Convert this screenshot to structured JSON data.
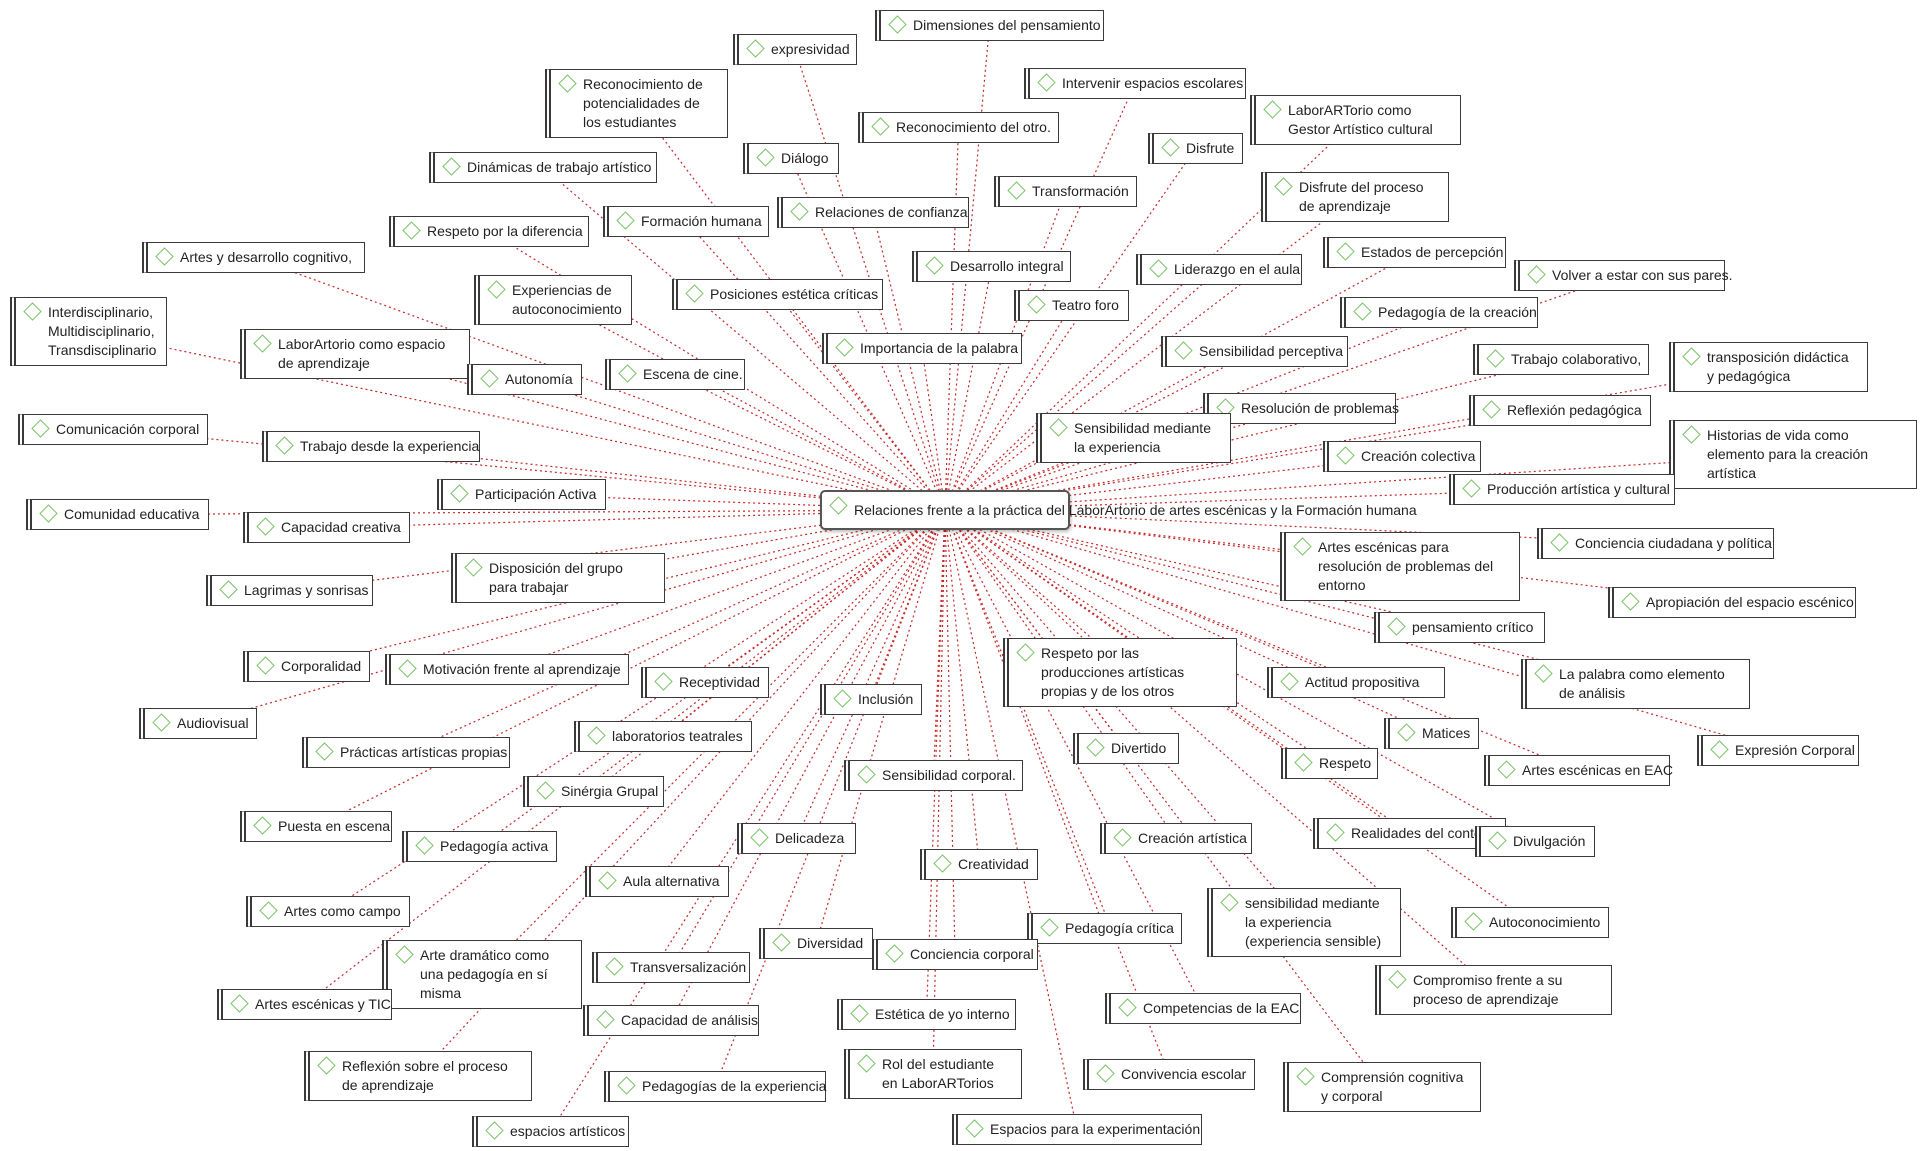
{
  "diagram": {
    "line_color": "#c62828",
    "icon_color": "#7cc46a",
    "icon": "green-diamond-icon",
    "center": {
      "label": "Relaciones frente a la práctica del LaborArtorio de artes escénicas y la Formación humana"
    },
    "nodes": [
      {
        "label": "Dimensiones del pensamiento"
      },
      {
        "label": "expresividad"
      },
      {
        "label": "Reconocimiento de potencialidades de los estudiantes"
      },
      {
        "label": "Intervenir espacios escolares"
      },
      {
        "label": "LaborARTorio como Gestor Artístico cultural"
      },
      {
        "label": "Reconocimiento del otro."
      },
      {
        "label": "Disfrute"
      },
      {
        "label": "Diálogo"
      },
      {
        "label": "Dinámicas de trabajo artístico"
      },
      {
        "label": "Transformación"
      },
      {
        "label": "Disfrute del proceso de aprendizaje"
      },
      {
        "label": "Relaciones de confianza"
      },
      {
        "label": "Formación humana"
      },
      {
        "label": "Respeto por la diferencia"
      },
      {
        "label": "Estados de percepción"
      },
      {
        "label": "Artes  y desarrollo cognitivo,"
      },
      {
        "label": "Desarrollo integral"
      },
      {
        "label": "Liderazgo en el aula"
      },
      {
        "label": "Volver a estar con sus pares."
      },
      {
        "label": "Experiencias de autoconocimiento"
      },
      {
        "label": "Posiciones estética críticas"
      },
      {
        "label": "Teatro foro"
      },
      {
        "label": "Pedagogía de la creación"
      },
      {
        "label": "Interdisciplinario, Multidisciplinario, Transdisciplinario"
      },
      {
        "label": "LaborArtorio como espacio de aprendizaje"
      },
      {
        "label": "Importancia de la palabra"
      },
      {
        "label": "Sensibilidad perceptiva"
      },
      {
        "label": "Trabajo colaborativo,"
      },
      {
        "label": "transposición didáctica y pedagógica"
      },
      {
        "label": "Escena de cine."
      },
      {
        "label": "Autonomía"
      },
      {
        "label": "Resolución de problemas"
      },
      {
        "label": "Reflexión  pedagógica"
      },
      {
        "label": "Sensibilidad mediante la experiencia"
      },
      {
        "label": "Comunicación corporal"
      },
      {
        "label": "Historias de vida como elemento para la creación artística"
      },
      {
        "label": "Trabajo desde la experiencia"
      },
      {
        "label": "Creación colectiva"
      },
      {
        "label": "Participación Activa"
      },
      {
        "label": "Producción artística y cultural"
      },
      {
        "label": "Comunidad educativa"
      },
      {
        "label": "Capacidad creativa"
      },
      {
        "label": "Artes  escénicas para resolución de problemas del entorno"
      },
      {
        "label": "Conciencia ciudadana y política"
      },
      {
        "label": "Disposición del grupo para trabajar"
      },
      {
        "label": "Lagrimas y sonrisas"
      },
      {
        "label": "Apropiación del espacio escénico"
      },
      {
        "label": "pensamiento crítico"
      },
      {
        "label": "Respeto por las producciones artísticas propias y de los otros"
      },
      {
        "label": "Corporalidad"
      },
      {
        "label": "Motivación frente al aprendizaje"
      },
      {
        "label": "La palabra como elemento de análisis"
      },
      {
        "label": "Receptividad"
      },
      {
        "label": "Actitud propositiva"
      },
      {
        "label": "Inclusión"
      },
      {
        "label": "Audiovisual"
      },
      {
        "label": "laboratorios teatrales"
      },
      {
        "label": "Matices"
      },
      {
        "label": "Expresión Corporal"
      },
      {
        "label": "Prácticas artísticas propias"
      },
      {
        "label": "Divertido"
      },
      {
        "label": "Respeto"
      },
      {
        "label": "Artes escénicas en EAC"
      },
      {
        "label": "Sensibilidad corporal."
      },
      {
        "label": "Sinérgia Grupal"
      },
      {
        "label": "Puesta en escena"
      },
      {
        "label": "Pedagogía activa"
      },
      {
        "label": "Delicadeza"
      },
      {
        "label": "Creación artística"
      },
      {
        "label": "Realidades del conte"
      },
      {
        "label": "Divulgación"
      },
      {
        "label": "Creatividad"
      },
      {
        "label": "Aula alternativa"
      },
      {
        "label": "Artes como campo"
      },
      {
        "label": "Autoconocimiento"
      },
      {
        "label": "sensibilidad mediante la experiencia (experiencia sensible)"
      },
      {
        "label": "Pedagogía crítica"
      },
      {
        "label": "Arte dramático como una pedagogía en sí misma"
      },
      {
        "label": "Diversidad"
      },
      {
        "label": "Conciencia corporal"
      },
      {
        "label": "Transversalización"
      },
      {
        "label": "Compromiso frente a su proceso de aprendizaje"
      },
      {
        "label": "Artes escénicas y TIC"
      },
      {
        "label": "Competencias de la EAC"
      },
      {
        "label": "Estética de yo interno"
      },
      {
        "label": "Capacidad de análisis"
      },
      {
        "label": "Reflexión sobre el proceso de aprendizaje"
      },
      {
        "label": "Rol del estudiante en LaborARTorios"
      },
      {
        "label": "Convivencia escolar"
      },
      {
        "label": "Comprensión cognitiva y corporal"
      },
      {
        "label": "Pedagogías de la experiencia"
      },
      {
        "label": "Espacios para la experimentación"
      },
      {
        "label": "espacios artísticos"
      }
    ]
  }
}
